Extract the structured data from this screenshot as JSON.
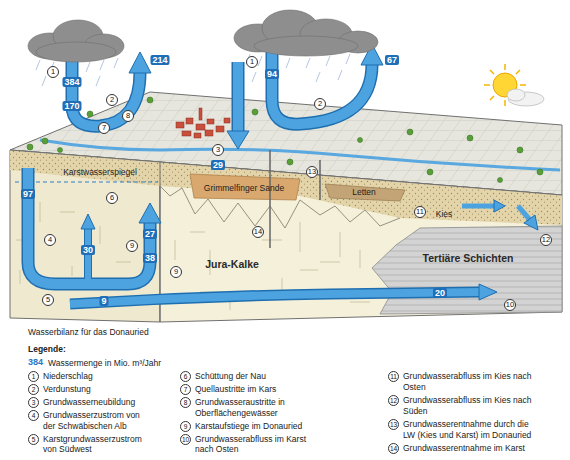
{
  "diagram": {
    "caption": "Wasserbilanz für das Donauried",
    "labels": [
      "1",
      "384",
      "170",
      "2",
      "214",
      "1",
      "94",
      "67",
      "2",
      "3",
      "29",
      "7",
      "8",
      "97",
      "Karstwasserspiegel",
      "6",
      "4",
      "30",
      "27",
      "9",
      "38",
      "9",
      "5",
      "9",
      "Jura-Kalke",
      "20",
      "10",
      "Tertiäre Schichten",
      "Kies",
      "11",
      "12",
      "13",
      "Grimmelfinger Sande",
      "Letten",
      "14",
      "Legende:",
      "384",
      "1",
      "2",
      "3",
      "4",
      "5",
      "6",
      "7",
      "8",
      "9",
      "10",
      "11",
      "12",
      "13",
      "14"
    ],
    "legend": [
      {
        "text": "Wassermenge in Mio. m³/Jahr"
      },
      {
        "text": "Niederschlag"
      },
      {
        "text": "Verdunstung"
      },
      {
        "text": "Grundwasserneubildung"
      },
      {
        "text": "Grundwasserzustrom von der Schwäbischen Alb"
      },
      {
        "text": "Karstgrundwasserzustrom von Südwest"
      },
      {
        "text": "Schüttung der Nau"
      },
      {
        "text": "Quellaustritte im Kars"
      },
      {
        "text": "Grundwasseraustritte in Oberflächengewässer"
      },
      {
        "text": "Karstaufstiege im Donauried"
      },
      {
        "text": "Grundwasserabfluss im Karst nach Osten"
      },
      {
        "text": "Grundwasserabfluss im Kies nach Osten"
      },
      {
        "text": "Grundwasserabfluss im Kies nach Süden"
      },
      {
        "text": "Grundwasserentnahme durch die LW (Kies und Karst) im Donauried"
      },
      {
        "text": "Grundwasserentnahme im Karst"
      }
    ]
  }
}
